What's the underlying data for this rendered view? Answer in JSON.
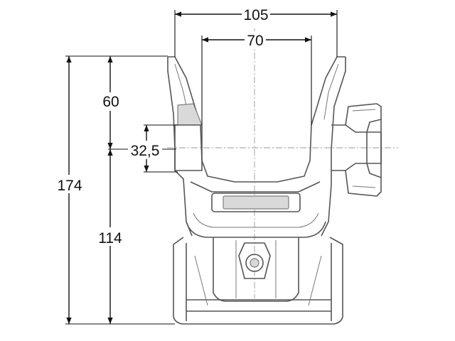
{
  "dimensions": {
    "outer_width": "105",
    "inner_width": "70",
    "upper_height": "60",
    "pivot_offset": "32,5",
    "total_height": "174",
    "lower_height": "114"
  },
  "colors": {
    "line": "#111111",
    "part_outline": "#555555",
    "centerline": "#9a9a9a",
    "shading": "#d9d9d9"
  }
}
